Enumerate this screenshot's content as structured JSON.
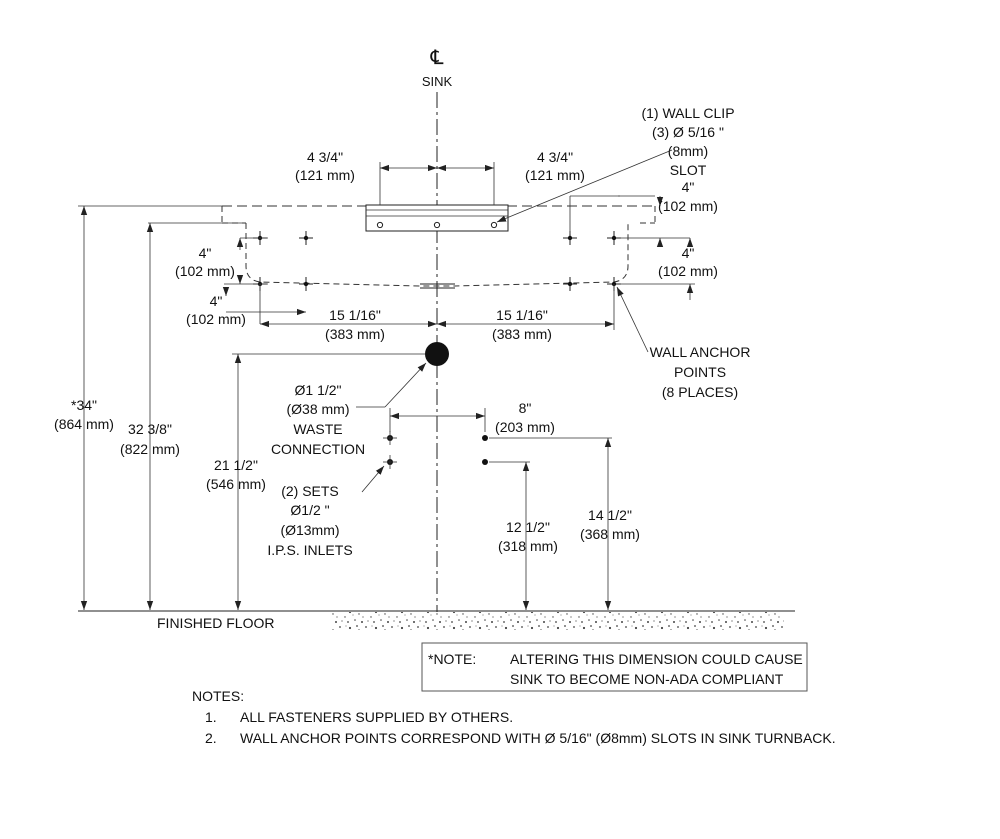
{
  "centerline": {
    "symbol": "℄",
    "label": "SINK"
  },
  "callouts": {
    "wall_clip": [
      "(1) WALL CLIP",
      "(3) Ø 5/16 \"",
      "(8mm)",
      "SLOT"
    ],
    "wall_anchor": [
      "WALL ANCHOR",
      "POINTS",
      "(8 PLACES)"
    ],
    "waste": [
      "Ø1  1/2\"",
      "(Ø38 mm)",
      "WASTE",
      "CONNECTION"
    ],
    "inlets": [
      "(2) SETS",
      "Ø1/2 \"",
      "(Ø13mm)",
      "I.P.S.  INLETS"
    ]
  },
  "dimensions": {
    "clip_left": [
      "4 3/4\"",
      "(121 mm)"
    ],
    "clip_right": [
      "4 3/4\"",
      "(121 mm)"
    ],
    "top_right_4": [
      "4\"",
      "(102 mm)"
    ],
    "mid_right_4": [
      "4\"",
      "(102 mm)"
    ],
    "mid_left_4": [
      "4\"",
      "(102 mm)"
    ],
    "low_left_4": [
      "4\"",
      "(102 mm)"
    ],
    "span_left": [
      "15 1/16\"",
      "(383 mm)"
    ],
    "span_right": [
      "15 1/16\"",
      "(383 mm)"
    ],
    "inlet_spacing": [
      "8\"",
      "(203 mm)"
    ],
    "height_34": [
      "*34\"",
      "(864 mm)"
    ],
    "height_32": [
      "32 3/8\"",
      "(822 mm)"
    ],
    "height_21": [
      "21 1/2\"",
      "(546 mm)"
    ],
    "height_12": [
      "12 1/2\"",
      "(318 mm)"
    ],
    "height_14": [
      "14 1/2\"",
      "(368 mm)"
    ]
  },
  "floor_label": "FINISHED FLOOR",
  "note_box": {
    "tag": "*NOTE:",
    "lines": [
      "ALTERING THIS DIMENSION COULD CAUSE",
      "SINK TO BECOME NON-ADA COMPLIANT"
    ]
  },
  "notes": {
    "heading": "NOTES:",
    "items": [
      {
        "num": "1.",
        "text": "ALL FASTENERS SUPPLIED BY OTHERS."
      },
      {
        "num": "2.",
        "text": "WALL ANCHOR POINTS CORRESPOND WITH Ø 5/16\" (Ø8mm) SLOTS IN SINK TURNBACK."
      }
    ]
  }
}
